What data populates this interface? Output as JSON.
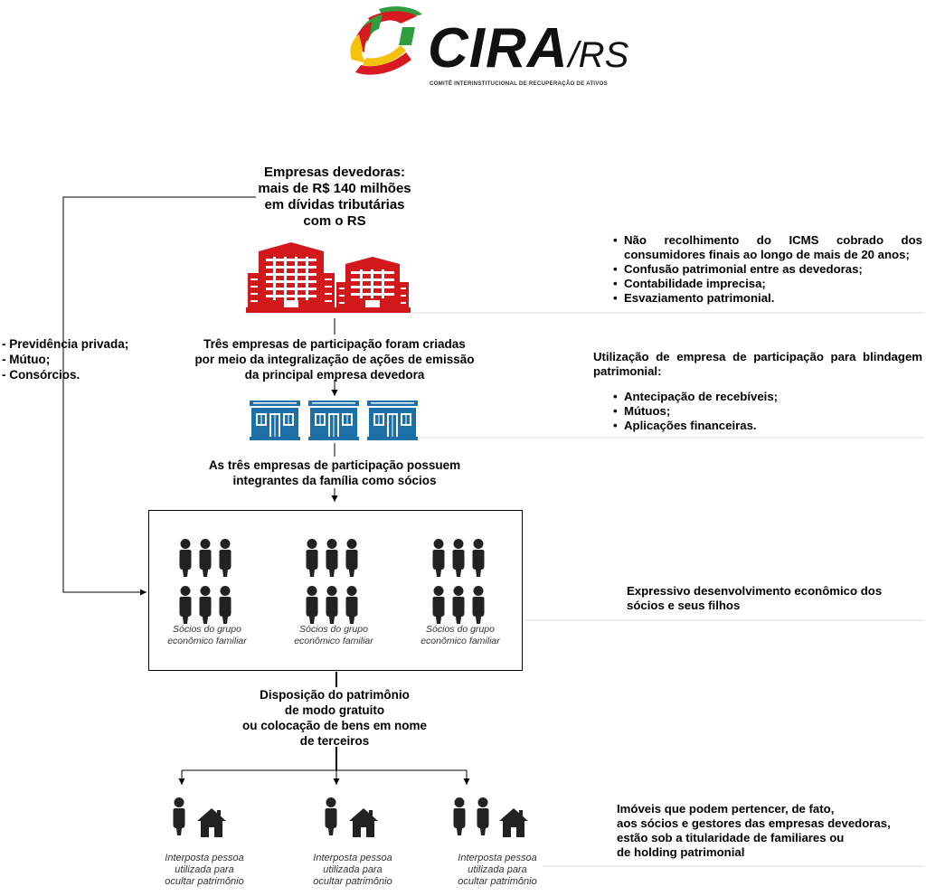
{
  "logo": {
    "name": "CIRA",
    "suffix": "/RS",
    "subtitle": "COMITÊ INTERINSTITUCIONAL DE RECUPERAÇÃO DE ATIVOS"
  },
  "top_title": [
    "Empresas devedoras:",
    "mais de R$ 140 milhões",
    "em dívidas tributárias",
    "com o RS"
  ],
  "left_list": [
    "- Previdência privada;",
    "- Mútuo;",
    "- Consórcios."
  ],
  "step1_label": [
    "Três empresas de participação foram criadas",
    "por meio da integralização de ações de emissão",
    "da principal empresa devedora"
  ],
  "step2_label": [
    "As três empresas de participação possuem",
    "integrantes da família como sócios"
  ],
  "groups": [
    {
      "caption": "Sócios do grupo econômico familiar"
    },
    {
      "caption": "Sócios do grupo econômico familiar"
    },
    {
      "caption": "Sócios do grupo econômico familiar"
    }
  ],
  "step3_label": [
    "Disposição do patrimônio",
    "de modo gratuito",
    "ou colocação de bens em nome",
    "de terceiros"
  ],
  "interpostas": [
    {
      "caption": "Interposta pessoa utilizada para ocultar patrimônio"
    },
    {
      "caption": "Interposta pessoa utilizada para ocultar patrimônio"
    },
    {
      "caption": "Interposta pessoa utilizada para ocultar patrimônio"
    }
  ],
  "right_notes": {
    "note1": [
      "Não recolhimento do ICMS cobrado dos consumidores finais ao longo de mais de 20 anos;",
      "Confusão patrimonial entre as devedoras;",
      "Contabilidade imprecisa;",
      "Esvaziamento patrimonial."
    ],
    "note2_intro": "Utilização de empresa de participação para blindagem patrimonial:",
    "note2": [
      "Antecipação de recebíveis;",
      "Mútuos;",
      "Aplicações financeiras."
    ],
    "note3": [
      "Expressivo desenvolvimento econômico dos",
      "sócios e seus filhos"
    ],
    "note4": [
      "Imóveis que podem pertencer, de fato,",
      "aos sócios e gestores das empresas devedoras,",
      "estão sob a titularidade de familiares ou",
      "de holding patrimonial"
    ]
  },
  "colors": {
    "building_red": "#d3181c",
    "office_blue": "#1d6fa8",
    "people_dark": "#222222",
    "logo_green": "#2e9e3e",
    "logo_yellow": "#f4c20d",
    "logo_red": "#d71920"
  }
}
